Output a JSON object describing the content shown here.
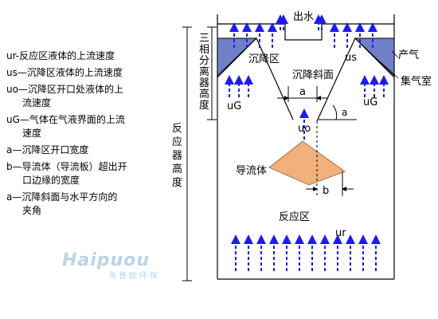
{
  "legend": [
    {
      "line1": "ur-反应区液体的上流速度"
    },
    {
      "line1": "us—沉降区液体的上流速度"
    },
    {
      "line1": "uo—沉降区开口处液体的上",
      "line2": "流速度"
    },
    {
      "line1": "uG—气体在气液界面的上流",
      "line2": "速度"
    },
    {
      "line1": "a—沉降区开口宽度"
    },
    {
      "line1": "b—导流体（导流板）超出开",
      "line2": "口边缘的宽度"
    },
    {
      "line1": "a—沉降斜面与水平方向的",
      "line2": "夹角"
    }
  ],
  "logo": {
    "main": "Haipuou",
    "sub": "海普欧环保"
  },
  "diagram": {
    "outlet": "出水",
    "settling_zone": "沉降区",
    "three_phase_separator": [
      "三",
      "相",
      "分",
      "离",
      "器",
      "高",
      "度"
    ],
    "reactor_height": [
      "反",
      "应",
      "器",
      "高",
      "度"
    ],
    "us": "us",
    "gas_product": "产气",
    "gas_collection": "集气室",
    "settling_slope": "沉降斜面",
    "a_width": "a",
    "angle": "a",
    "uG_left": "uG",
    "uG_right": "uG",
    "uo": "uo",
    "baffle": "导流体",
    "b_width": "b",
    "reaction_zone": "反应区",
    "ur": "ur",
    "colors": {
      "arrow": "#1a1aff",
      "gas_chamber": "#7080c8",
      "baffle": "#f2b07a",
      "line": "#000000"
    }
  }
}
